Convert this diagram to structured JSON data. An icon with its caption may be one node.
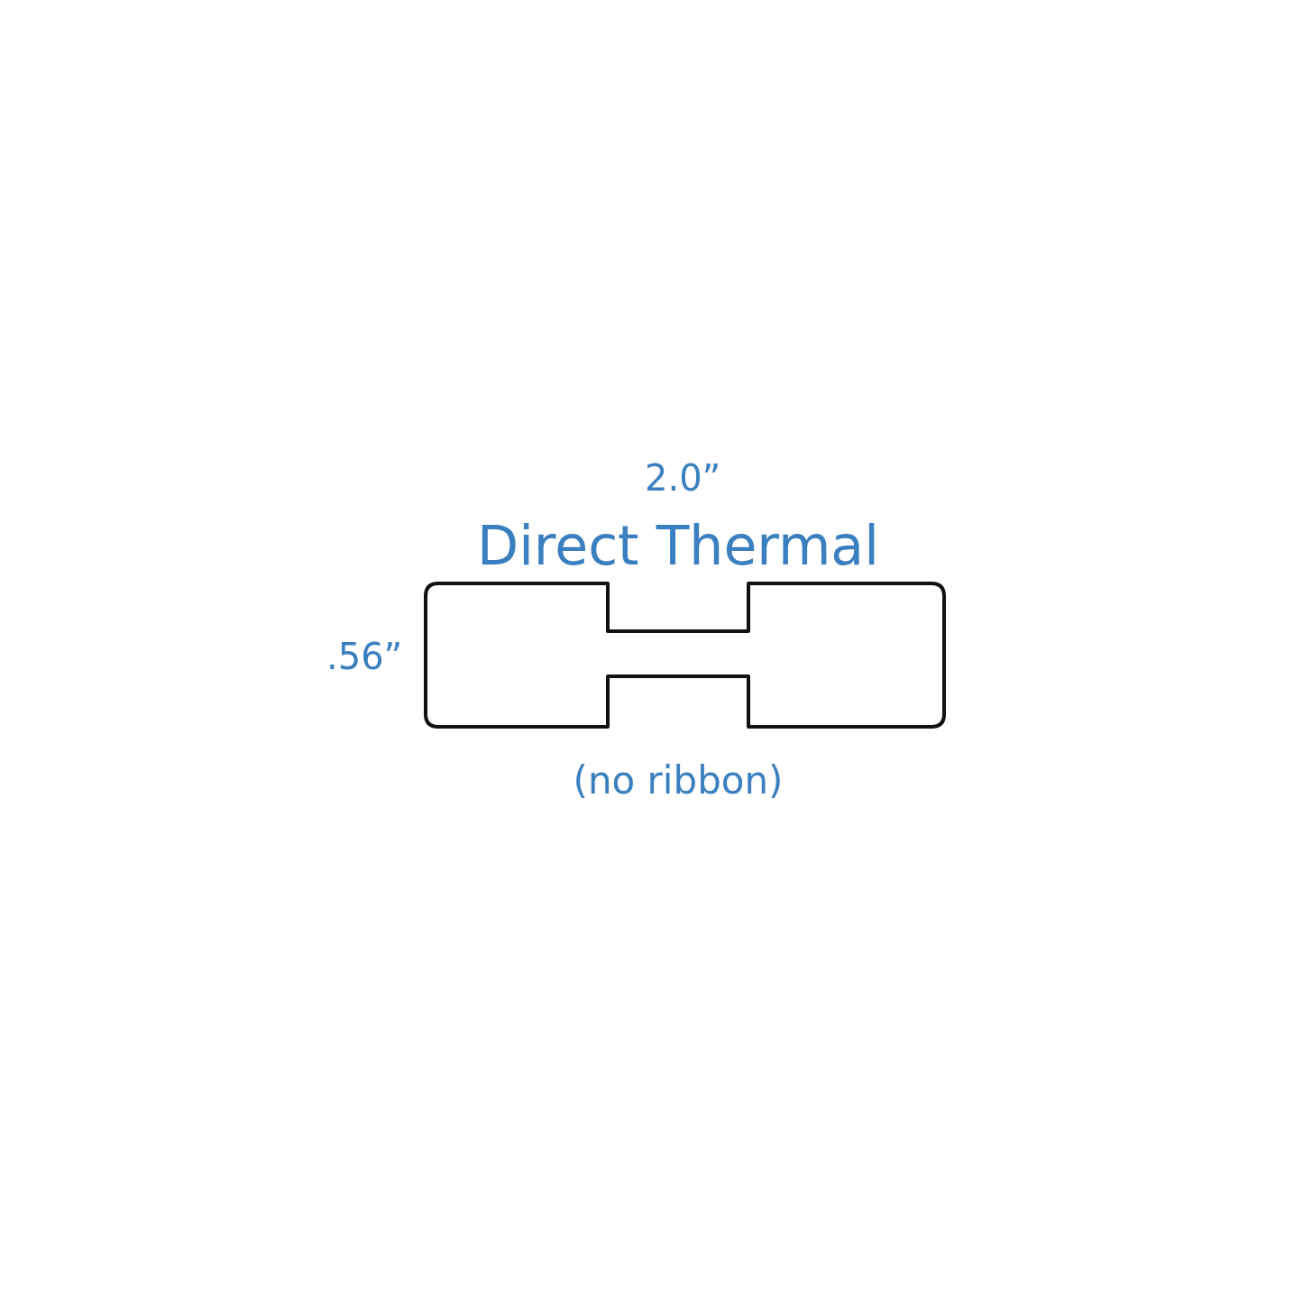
{
  "diagram": {
    "labels": [
      "2.0”",
      "Direct Thermal",
      ".56”",
      "(no ribbon)"
    ]
  }
}
